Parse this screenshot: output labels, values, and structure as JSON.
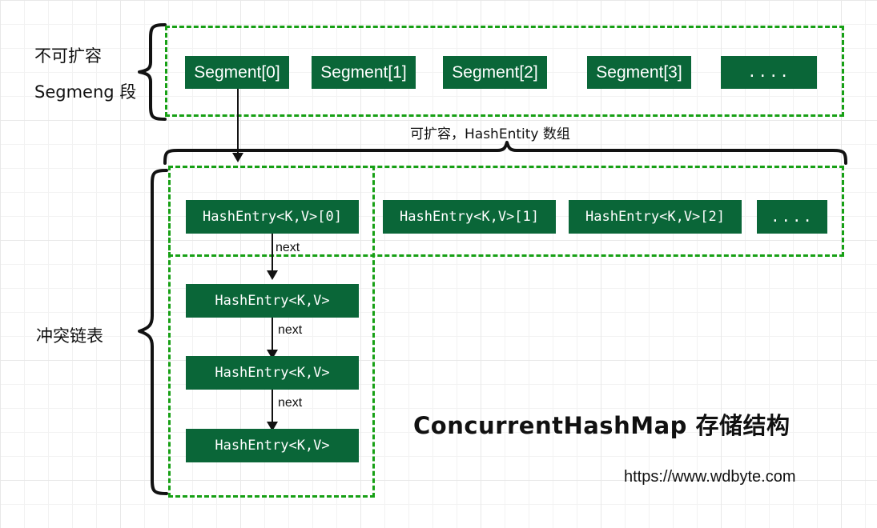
{
  "diagram": {
    "title": "ConcurrentHashMap 存储结构",
    "url": "https://www.wdbyte.com",
    "labels": {
      "segment_group_line1": "不可扩容",
      "segment_group_line2": "Segmeng 段",
      "array_group": "可扩容，HashEntity 数组",
      "chain_group": "冲突链表"
    },
    "segments": [
      {
        "text": "Segment[0]"
      },
      {
        "text": "Segment[1]"
      },
      {
        "text": "Segment[2]"
      },
      {
        "text": "Segment[3]"
      },
      {
        "text": "...."
      }
    ],
    "hash_entries": [
      {
        "text": "HashEntry<K,V>[0]"
      },
      {
        "text": "HashEntry<K,V>[1]"
      },
      {
        "text": "HashEntry<K,V>[2]"
      },
      {
        "text": "...."
      }
    ],
    "chain_nodes": [
      {
        "text": "HashEntry<K,V>"
      },
      {
        "text": "HashEntry<K,V>"
      },
      {
        "text": "HashEntry<K,V>"
      }
    ],
    "next_labels": [
      "next",
      "next",
      "next"
    ],
    "colors": {
      "node_fill": "#0a6638",
      "node_text": "#ffffff",
      "group_dash": "#17a015",
      "connector": "#121212",
      "grid_minor": "#f2f2f2",
      "grid_major": "#e8e8e8",
      "background": "#ffffff"
    }
  }
}
